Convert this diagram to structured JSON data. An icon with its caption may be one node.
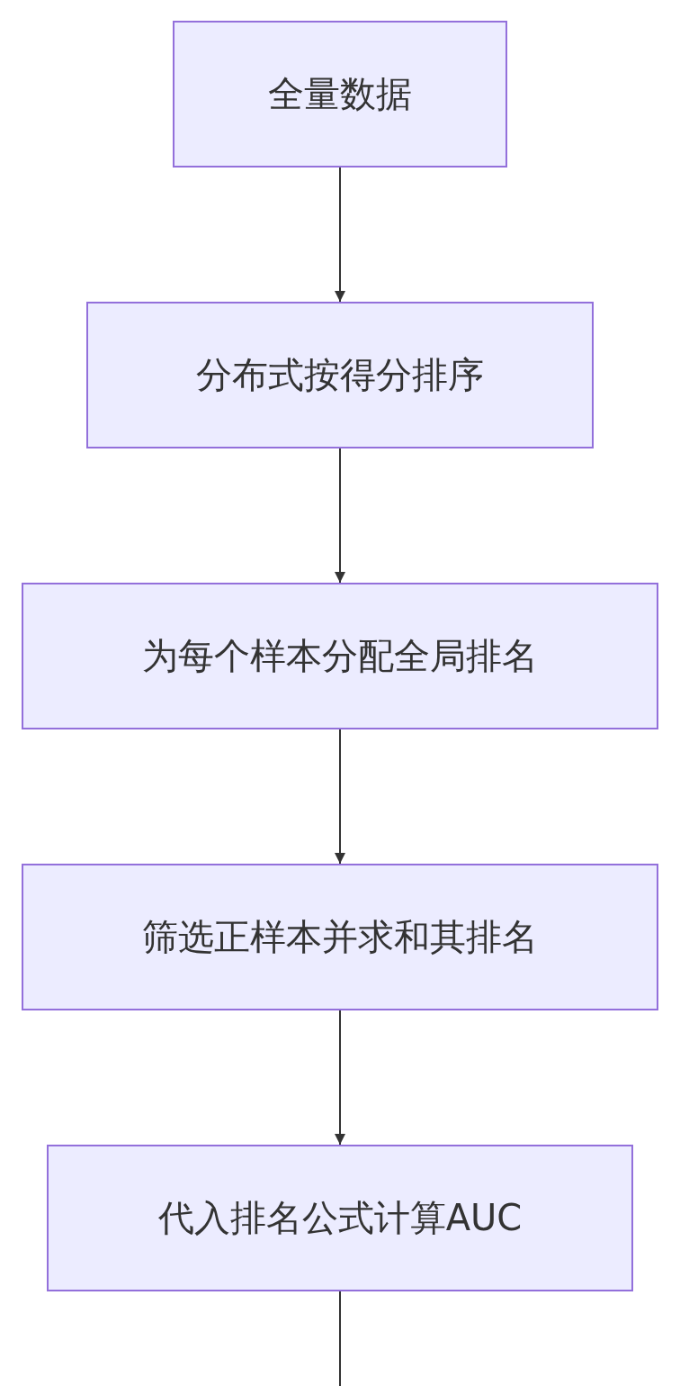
{
  "diagram": {
    "nodes": [
      {
        "text": [
          "全量数据"
        ]
      },
      {
        "text": [
          "分布式按得分排序"
        ]
      },
      {
        "text": [
          "为每个样本分配全局排名"
        ]
      },
      {
        "text": [
          "筛选正样本并求和其排名"
        ]
      },
      {
        "text": [
          "代入排名公式计算AUC"
        ]
      }
    ],
    "edges": [
      {
        "from": 0,
        "to": 1,
        "arrow": "to"
      },
      {
        "from": 1,
        "to": 2,
        "arrow": "to"
      },
      {
        "from": 2,
        "to": 3,
        "arrow": "to"
      },
      {
        "from": 3,
        "to": 4,
        "arrow": "to"
      },
      {
        "from": 4,
        "to": null,
        "arrow": "none"
      }
    ]
  }
}
